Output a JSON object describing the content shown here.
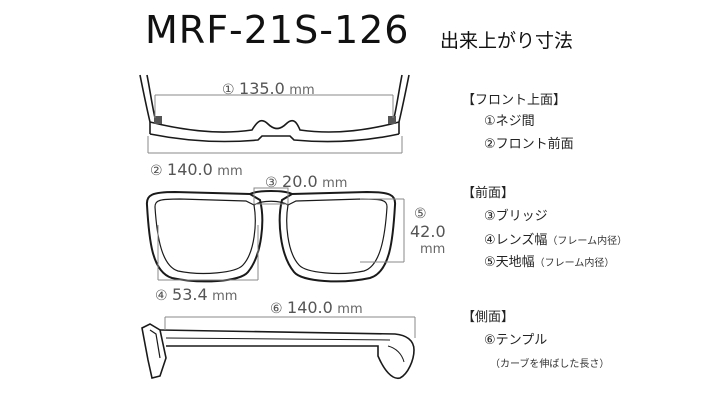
{
  "title": "MRF-21S-126",
  "subtitle": "出来上がり寸法",
  "dimensions": {
    "d1": {
      "marker": "①",
      "value": "135.0",
      "unit": "mm"
    },
    "d2": {
      "marker": "②",
      "value": "140.0",
      "unit": "mm"
    },
    "d3": {
      "marker": "③",
      "value": "20.0",
      "unit": "mm"
    },
    "d4": {
      "marker": "④",
      "value": "53.4",
      "unit": "mm"
    },
    "d5": {
      "marker": "⑤",
      "value": "42.0",
      "unit": "mm"
    },
    "d6": {
      "marker": "⑥",
      "value": "140.0",
      "unit": "mm"
    }
  },
  "legend": {
    "front_top": {
      "heading": "【フロント上面】",
      "items": [
        "①ネジ間",
        "②フロント前面"
      ]
    },
    "front": {
      "heading": "【前面】",
      "items": [
        {
          "label": "③ブリッジ",
          "note": ""
        },
        {
          "label": "④レンズ幅",
          "note": "（フレーム内径）"
        },
        {
          "label": "⑤天地幅",
          "note": "（フレーム内径）"
        }
      ]
    },
    "side": {
      "heading": "【側面】",
      "items": [
        "⑥テンプル"
      ],
      "note": "（カーブを伸ばした長さ）"
    }
  },
  "colors": {
    "frame": "#1a1a1a",
    "dimension_line": "#888888",
    "text": "#111111"
  }
}
